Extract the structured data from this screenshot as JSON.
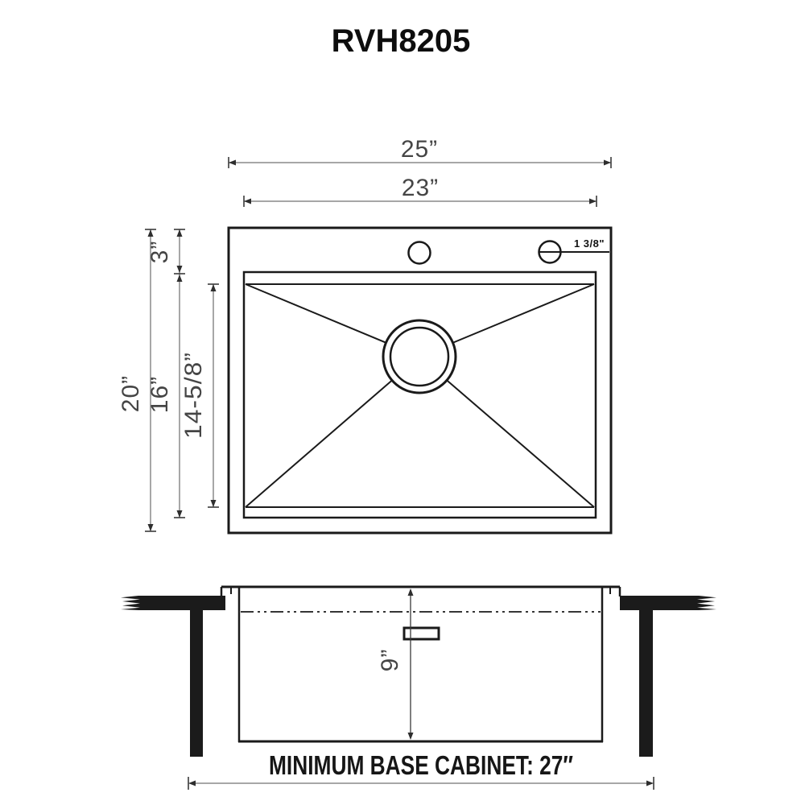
{
  "title": "RVH8205",
  "colors": {
    "line": "#1a1a1a",
    "dim_line": "#8a8a8a",
    "accent": "#000000"
  },
  "top_view": {
    "width_outer": "25”",
    "width_inner": "23”",
    "height_outer": "20”",
    "top_offset": "3”",
    "height_inner": "16”",
    "bowl_depth": "14-5/8”",
    "hole_diameter": "1 3/8\""
  },
  "side_view": {
    "bowl_depth": "9”",
    "base_cabinet_label": "MINIMUM BASE CABINET: 27″"
  }
}
